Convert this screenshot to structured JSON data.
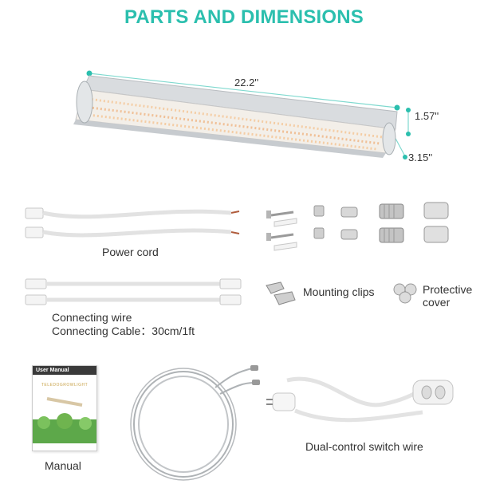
{
  "title": "PARTS AND DIMENSIONS",
  "dimensions": {
    "length": "22.2''",
    "height": "1.57''",
    "width": "3.15''"
  },
  "parts": {
    "power_cord": "Power cord",
    "connecting_wire": "Connecting wire",
    "connecting_cable": "Connecting Cable：30cm/1ft",
    "mounting_clips": "Mounting clips",
    "protective_cover": "Protective cover",
    "manual": "Manual",
    "switch_wire": "Dual-control switch wire"
  },
  "manual_cover": {
    "heading": "User Manual",
    "brand": "TELEDOGROWLIGHT"
  },
  "colors": {
    "accent": "#2bbfae"
  }
}
